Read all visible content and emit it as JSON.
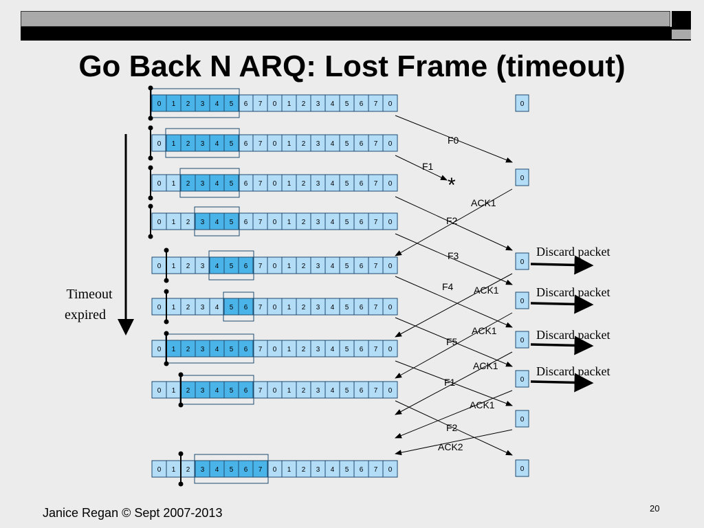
{
  "title": "Go Back N ARQ: Lost Frame (timeout)",
  "footer": "Janice Regan © Sept 2007-2013",
  "page_number": "20",
  "sequence": [
    "0",
    "1",
    "2",
    "3",
    "4",
    "5",
    "6",
    "7",
    "0",
    "1",
    "2",
    "3",
    "4",
    "5",
    "6",
    "7",
    "0"
  ],
  "rows": [
    {
      "window_start": 0,
      "window_end": 5,
      "pointer_after": 0
    },
    {
      "window_start": 1,
      "window_end": 5,
      "pointer_after": 0
    },
    {
      "window_start": 2,
      "window_end": 5,
      "pointer_after": 0
    },
    {
      "window_start": 3,
      "window_end": 5,
      "pointer_after": 0
    },
    {
      "window_start": 4,
      "window_end": 6,
      "pointer_after": 1
    },
    {
      "window_start": 5,
      "window_end": 6,
      "pointer_after": 1
    },
    {
      "window_start": 1,
      "window_end": 6,
      "pointer_after": 1
    },
    {
      "window_start": 2,
      "window_end": 6,
      "pointer_after": 2
    },
    {
      "window_start": 3,
      "window_end": 7,
      "pointer_after": 2
    }
  ],
  "receiver_values": [
    "0",
    "0",
    "0",
    "0",
    "0",
    "0",
    "0",
    "0"
  ],
  "frame_labels": [
    "F0",
    "F1",
    "F2",
    "F3",
    "F4",
    "F5",
    "F1",
    "F2"
  ],
  "ack_labels": [
    "ACK1",
    "ACK1",
    "ACK1",
    "ACK1",
    "ACK1",
    "ACK2"
  ],
  "lost_marker": "*",
  "discard_labels": [
    "Discard packet",
    "Discard packet",
    "Discard packet",
    "Discard packet"
  ],
  "timeout_label_line1": "Timeout",
  "timeout_label_line2": "expired",
  "colors": {
    "cell": "#b3dcf7",
    "window": "#4ab3e8",
    "border": "#1c4a6e"
  }
}
